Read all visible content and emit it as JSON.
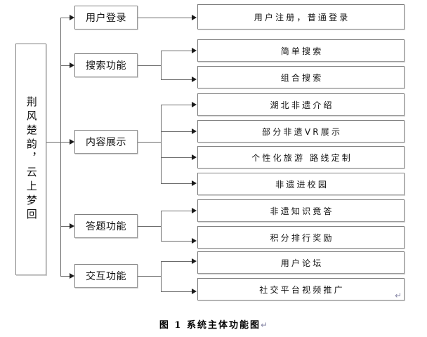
{
  "diagram": {
    "type": "tree-hierarchy",
    "orientation": "left-to-right",
    "root": {
      "label": "荆风楚韵，云上梦回",
      "name": "root-node"
    },
    "branches": [
      {
        "label": "用户登录",
        "leaves": [
          {
            "label": "用户注册，普通登录"
          }
        ]
      },
      {
        "label": "搜索功能",
        "leaves": [
          {
            "label": "简单搜索"
          },
          {
            "label": "组合搜索"
          }
        ]
      },
      {
        "label": "内容展示",
        "leaves": [
          {
            "label": "湖北非遗介绍"
          },
          {
            "label": "部分非遗VR展示"
          },
          {
            "label": "个性化旅游 路线定制"
          },
          {
            "label": "非遗进校园"
          }
        ]
      },
      {
        "label": "答题功能",
        "leaves": [
          {
            "label": "非遗知识竟答"
          },
          {
            "label": "积分排行奖励"
          }
        ]
      },
      {
        "label": "交互功能",
        "leaves": [
          {
            "label": "用户论坛"
          },
          {
            "label": "社交平台视频推广"
          }
        ]
      }
    ]
  },
  "caption": {
    "text": "图 1 系统主体功能图",
    "return_mark": "↵"
  },
  "marks": {
    "box_return_mark": "↵"
  },
  "colors": {
    "background": "#ffffff",
    "box_border": "#7f7f7f",
    "box_shadow": "#cfcfcf",
    "connector": "#6b6b6b",
    "arrow": "#1a1a1a",
    "text": "#111111",
    "return_mark": "#8a8aa8"
  }
}
